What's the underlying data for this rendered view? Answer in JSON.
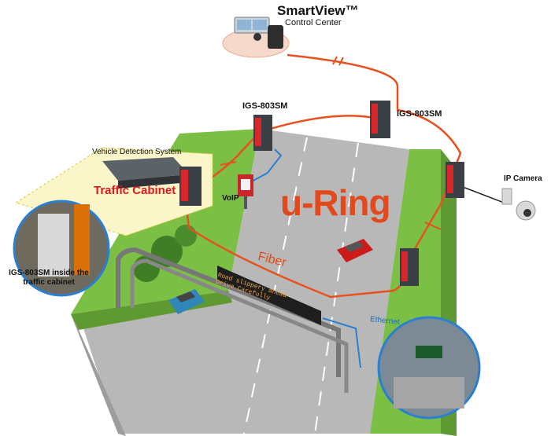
{
  "control_center": {
    "title": "SmartView™",
    "subtitle": "Control Center"
  },
  "switches": {
    "top_left": "IGS-803SM",
    "top_right": "IGS-803SM"
  },
  "vehicle_detection": "Vehicle Detection System",
  "traffic_cabinet": "Traffic Cabinet",
  "voip": "VoIP",
  "ring_name": "u-Ring",
  "fiber": "Fiber",
  "ethernet": "Ethernet",
  "ip_camera": "IP Camera",
  "cabinet_photo_caption": "IGS-803SM inside the traffic cabinet",
  "message_sign": {
    "line1": "Road slippery ahead",
    "line2": "Drive Carefully"
  },
  "colors": {
    "fiber": "#e8501e",
    "ethernet": "#2a7fd0",
    "grass": "#7bbf44",
    "road": "#b4b4b4",
    "switch_body": "#3a4046",
    "switch_ports": "#d8262b"
  }
}
